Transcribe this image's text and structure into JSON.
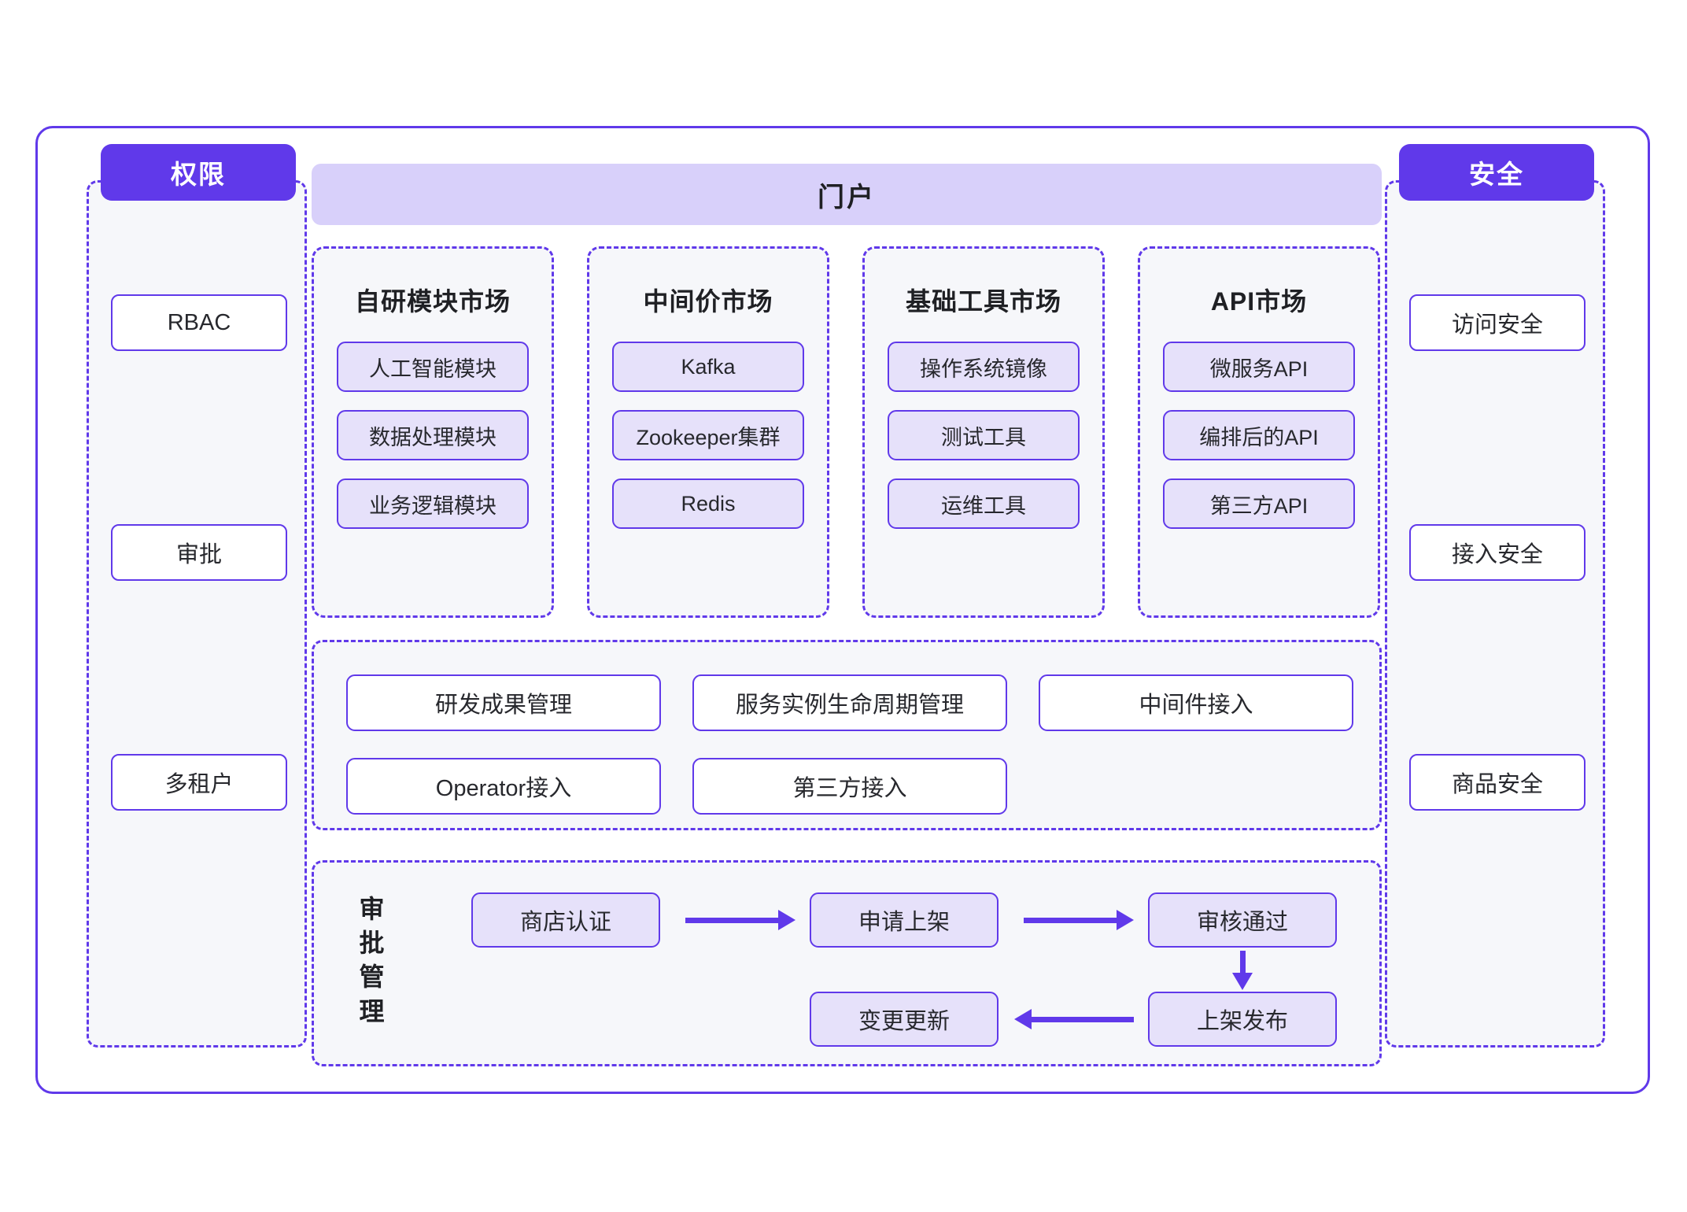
{
  "left_column": {
    "header": "权限",
    "items": [
      {
        "label": "RBAC"
      },
      {
        "label": "审批"
      },
      {
        "label": "多租户"
      }
    ]
  },
  "right_column": {
    "header": "安全",
    "items": [
      {
        "label": "访问安全"
      },
      {
        "label": "接入安全"
      },
      {
        "label": "商品安全"
      }
    ]
  },
  "portal": {
    "title": "门户"
  },
  "markets": [
    {
      "title": "自研模块市场",
      "items": [
        "人工智能模块",
        "数据处理模块",
        "业务逻辑模块"
      ]
    },
    {
      "title": "中间价市场",
      "items": [
        "Kafka",
        "Zookeeper集群",
        "Redis"
      ]
    },
    {
      "title": "基础工具市场",
      "items": [
        "操作系统镜像",
        "测试工具",
        "运维工具"
      ]
    },
    {
      "title": "API市场",
      "items": [
        "微服务API",
        "编排后的API",
        "第三方API"
      ]
    }
  ],
  "capabilities": {
    "row_1": [
      "研发成果管理",
      "服务实例生命周期管理",
      "中间件接入"
    ],
    "row_2": [
      "Operator接入",
      "第三方接入"
    ]
  },
  "approval": {
    "label": "审批管理",
    "nodes": [
      "商店认证",
      "申请上架",
      "审核通过",
      "上架发布",
      "变更更新"
    ],
    "arrows": [
      {
        "name": "arrow-cert-to-apply",
        "direction": "right"
      },
      {
        "name": "arrow-apply-to-approved",
        "direction": "right"
      },
      {
        "name": "arrow-published-to-update",
        "direction": "left"
      },
      {
        "name": "arrow-approved-to-published",
        "direction": "down"
      }
    ]
  },
  "colors": {
    "accent": "#6039ea",
    "portal_fill": "#d8d0fa",
    "pill_fill": "#e6e1fa",
    "panel_fill": "#f6f7fa",
    "text": "#1f2024"
  }
}
